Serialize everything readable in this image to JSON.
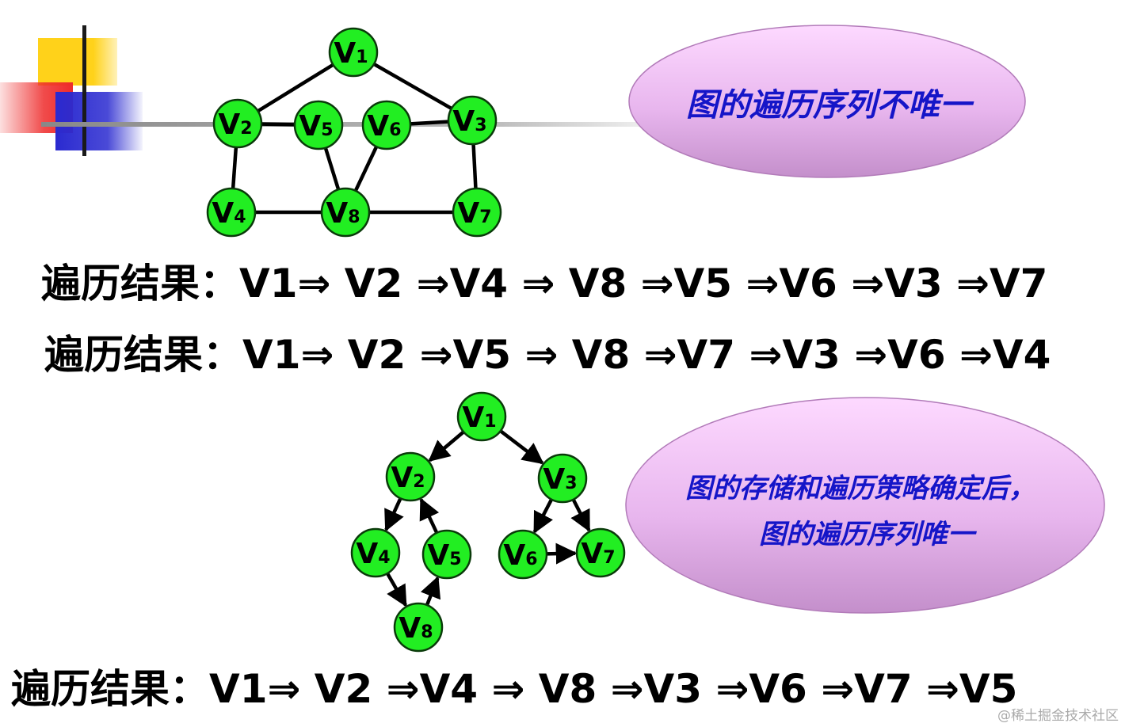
{
  "graph1": {
    "nodes": [
      {
        "id": "V1",
        "letter": "V",
        "sub": "1"
      },
      {
        "id": "V2",
        "letter": "V",
        "sub": "2"
      },
      {
        "id": "V3",
        "letter": "V",
        "sub": "3"
      },
      {
        "id": "V4",
        "letter": "V",
        "sub": "4"
      },
      {
        "id": "V5",
        "letter": "V",
        "sub": "5"
      },
      {
        "id": "V6",
        "letter": "V",
        "sub": "6"
      },
      {
        "id": "V7",
        "letter": "V",
        "sub": "7"
      },
      {
        "id": "V8",
        "letter": "V",
        "sub": "8"
      }
    ],
    "edges": [
      [
        "V1",
        "V2"
      ],
      [
        "V1",
        "V3"
      ],
      [
        "V2",
        "V5"
      ],
      [
        "V6",
        "V3"
      ],
      [
        "V2",
        "V4"
      ],
      [
        "V4",
        "V8"
      ],
      [
        "V5",
        "V8"
      ],
      [
        "V6",
        "V8"
      ],
      [
        "V8",
        "V7"
      ],
      [
        "V3",
        "V7"
      ]
    ],
    "directed": false
  },
  "graph2": {
    "nodes": [
      {
        "id": "V1",
        "letter": "V",
        "sub": "1"
      },
      {
        "id": "V2",
        "letter": "V",
        "sub": "2"
      },
      {
        "id": "V3",
        "letter": "V",
        "sub": "3"
      },
      {
        "id": "V4",
        "letter": "V",
        "sub": "4"
      },
      {
        "id": "V5",
        "letter": "V",
        "sub": "5"
      },
      {
        "id": "V6",
        "letter": "V",
        "sub": "6"
      },
      {
        "id": "V7",
        "letter": "V",
        "sub": "7"
      },
      {
        "id": "V8",
        "letter": "V",
        "sub": "8"
      }
    ],
    "edges": [
      [
        "V1",
        "V2"
      ],
      [
        "V1",
        "V3"
      ],
      [
        "V2",
        "V4"
      ],
      [
        "V5",
        "V2"
      ],
      [
        "V4",
        "V8"
      ],
      [
        "V8",
        "V5"
      ],
      [
        "V3",
        "V6"
      ],
      [
        "V3",
        "V7"
      ],
      [
        "V6",
        "V7"
      ]
    ],
    "directed": true
  },
  "callout1": "图的遍历序列不唯一",
  "callout2_line1": "图的存储和遍历策略确定后，",
  "callout2_line2": "图的遍历序列唯一",
  "traversal_label": "遍历结果：",
  "traversals": [
    "V1⇒ V2 ⇒V4 ⇒ V8 ⇒V5 ⇒V6 ⇒V3 ⇒V7",
    "V1⇒ V2 ⇒V5 ⇒ V8 ⇒V7 ⇒V3 ⇒V6 ⇒V4",
    "V1⇒ V2 ⇒V4 ⇒ V8 ⇒V3 ⇒V6 ⇒V7 ⇒V5"
  ],
  "watermark": "@稀土掘金技术社区",
  "colors": {
    "node_fill": "#22ee22",
    "node_stroke": "#0a3a0a",
    "callout_text": "#1515c8",
    "callout_fill_top": "#fbd0ff",
    "callout_fill_bottom": "#c893cf",
    "deco_yellow": "#ffd21a",
    "deco_red": "#ee2b2b",
    "deco_blue": "#2a2ad0"
  }
}
